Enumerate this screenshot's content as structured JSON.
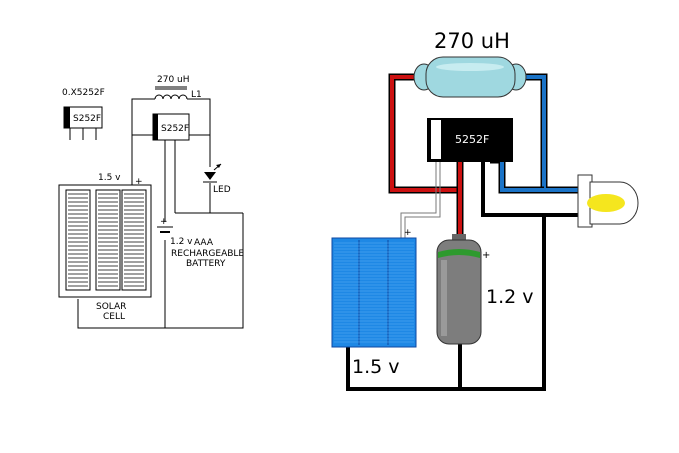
{
  "schematic": {
    "part_label": "0.X5252F",
    "chip_label": "S252F",
    "ic_label": "S252F",
    "inductor_value": "270 uH",
    "inductor_ref": "L1",
    "led_label": "LED",
    "solar_voltage": "1.5 v",
    "plus": "+",
    "battery_voltage": "1.2 v",
    "battery_type": "AAA",
    "battery_line1": "RECHARGEABLE",
    "battery_line2": "BATTERY",
    "solar_line1": "SOLAR",
    "solar_line2": "CELL"
  },
  "pictorial": {
    "inductor_value": "270 uH",
    "ic_label": "5252F",
    "battery_voltage": "1.2 v",
    "solar_voltage": "1.5 v",
    "plus": "+",
    "wire_colors": {
      "red": "#cc1111",
      "blue": "#1a73c7",
      "black": "#000000",
      "gray": "#7a7a7a"
    },
    "component_colors": {
      "inductor": "#9fd8e0",
      "solar": "#1e88e5",
      "battery": "#7d7d7d",
      "battery_band": "#2e9a2e",
      "led_lens": "#f5e61e"
    }
  }
}
